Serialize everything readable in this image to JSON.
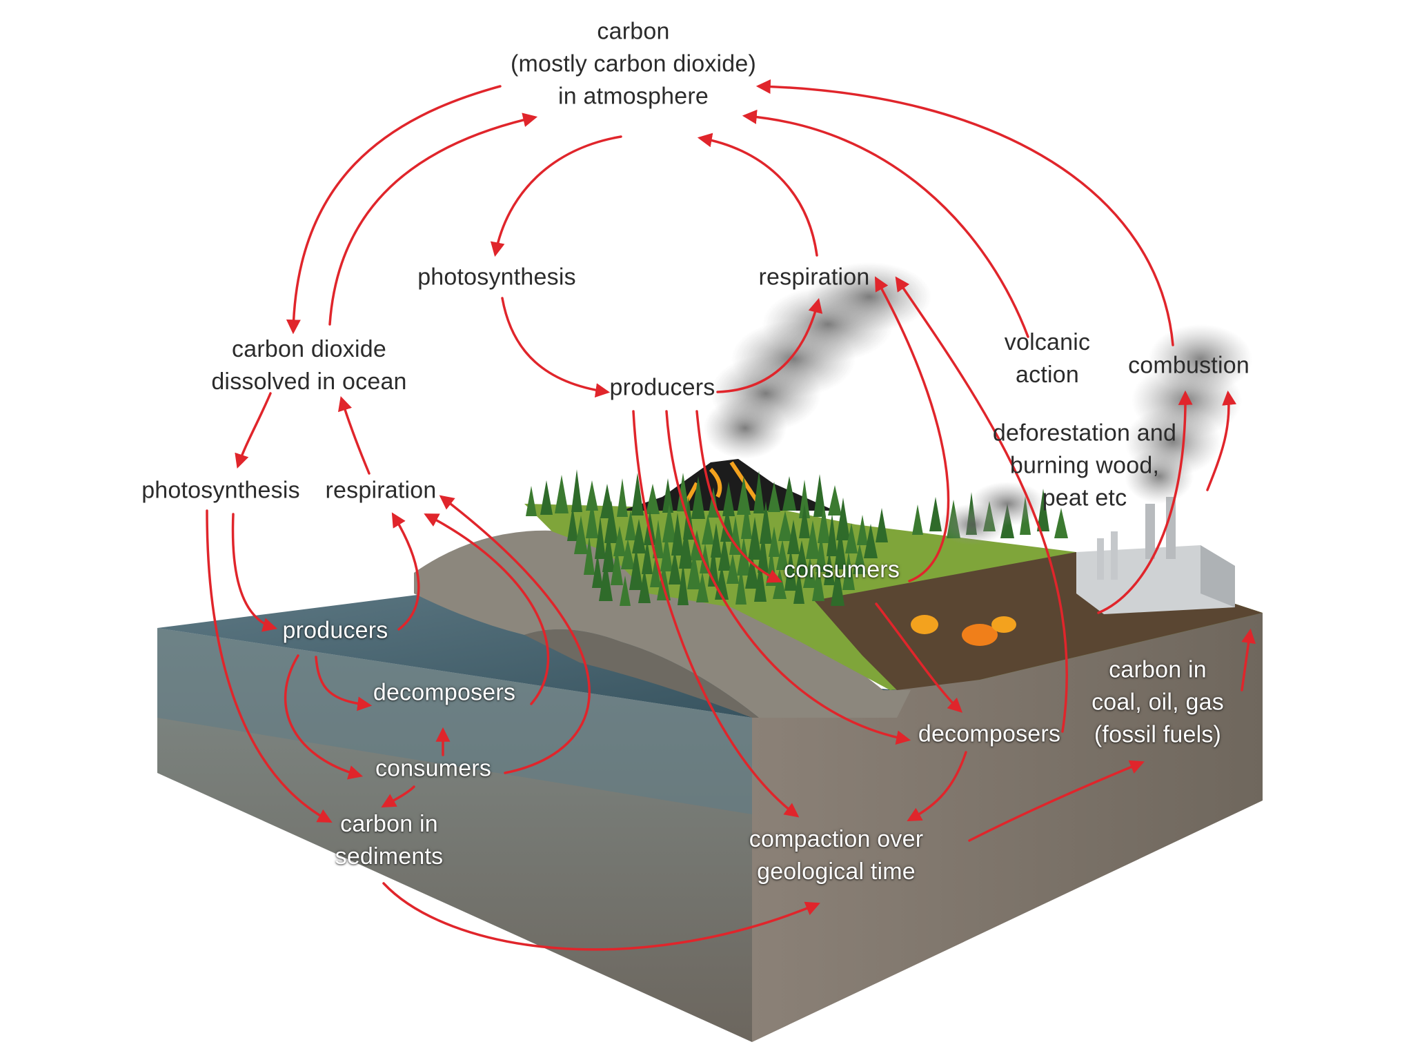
{
  "colors": {
    "arrow": "#e0252b",
    "label_dark": "#2b2b2b",
    "label_light": "#ffffff",
    "water": "#3f5a66",
    "rock": "#8a8277",
    "soil": "#5a4632",
    "grass": "#7fa53a",
    "forest": "#2f6b2a",
    "smoke": "#8c8c8c",
    "lava": "#f3a21e"
  },
  "labels": {
    "atmosphere": "carbon\n(mostly carbon dioxide)\nin atmosphere",
    "photosynthesis_land": "photosynthesis",
    "respiration_land": "respiration",
    "producers_land": "producers",
    "ocean_co2": "carbon dioxide\ndissolved in ocean",
    "volcanic_action": "volcanic\naction",
    "combustion": "combustion",
    "deforestation": "deforestation and\nburning wood,\npeat etc",
    "photosynthesis_ocean": "photosynthesis",
    "respiration_ocean": "respiration",
    "consumers_land": "consumers",
    "producers_ocean": "producers",
    "decomposers_ocean": "decomposers",
    "consumers_ocean": "consumers",
    "decomposers_land": "decomposers",
    "fossil_fuels": "carbon in\ncoal, oil, gas\n(fossil fuels)",
    "sediments": "carbon in\nsediments",
    "compaction": "compaction over\ngeological time"
  }
}
